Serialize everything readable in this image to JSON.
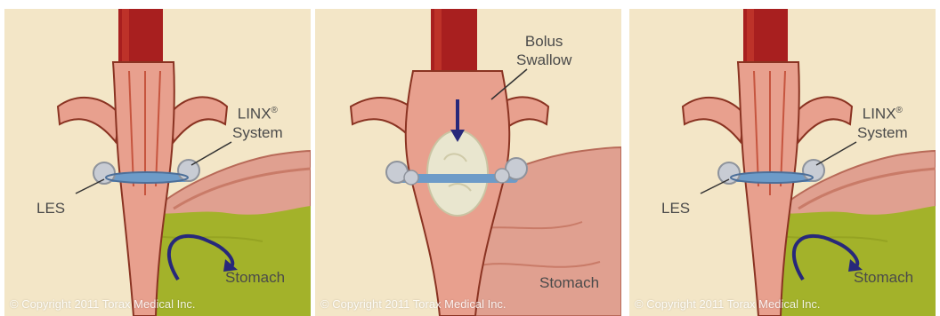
{
  "panels": [
    {
      "labels": {
        "les": "LES",
        "linx_line1": "LINX",
        "linx_reg": "®",
        "linx_line2": "System",
        "stomach": "Stomach"
      },
      "copyright": "© Copyright 2011 Torax Medical Inc."
    },
    {
      "labels": {
        "bolus_line1": "Bolus",
        "bolus_line2": "Swallow",
        "stomach": "Stomach"
      },
      "copyright": "© Copyright 2011 Torax Medical Inc."
    },
    {
      "labels": {
        "les": "LES",
        "linx_line1": "LINX",
        "linx_reg": "®",
        "linx_line2": "System",
        "stomach": "Stomach"
      },
      "copyright": "© Copyright 2011 Torax Medical Inc."
    }
  ],
  "colors": {
    "background": "#f3e6c7",
    "esophagus": "#a81f1f",
    "tissue": "#e8a08e",
    "muscle_stripe": "#c6553f",
    "stomach_wall": "#d88a78",
    "stomach_acid": "#a3b22a",
    "ring_bead": "#c8ccd4",
    "ring_link": "#6d9bc8",
    "bolus": "#e9e6cf",
    "arrow": "#27287a",
    "label_text": "#4a4a4a"
  }
}
